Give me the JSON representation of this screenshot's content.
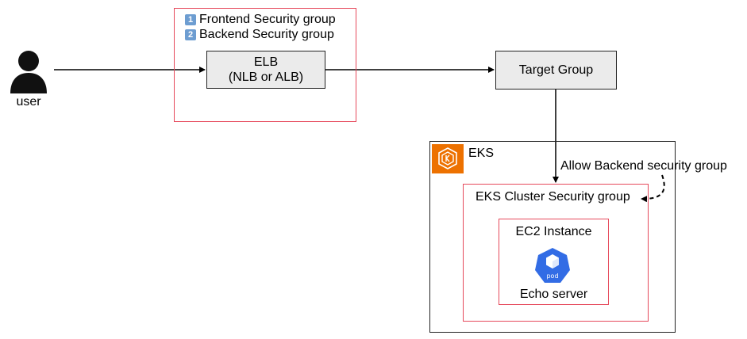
{
  "user": {
    "label": "user"
  },
  "security_groups": [
    {
      "num": "1",
      "label": "Frontend Security group"
    },
    {
      "num": "2",
      "label": "Backend Security group"
    }
  ],
  "elb": {
    "line1": "ELB",
    "line2": "(NLB or ALB)"
  },
  "target_group": {
    "label": "Target Group"
  },
  "eks": {
    "label": "EKS",
    "cluster_sg_label": "EKS Cluster Security group",
    "ec2_label": "EC2 Instance",
    "pod_icon_text": "pod",
    "echo_label": "Echo server"
  },
  "allow_note": "Allow Backend security group",
  "colors": {
    "sg_border": "#e64a5c",
    "box_fill": "#ebebeb",
    "eks_orange": "#ed7100",
    "pod_blue": "#326ce5",
    "badge_blue": "#6d9dd1"
  }
}
